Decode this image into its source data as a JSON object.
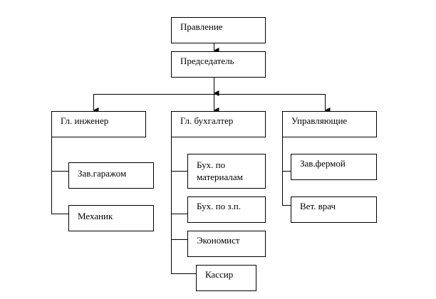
{
  "nodes": {
    "board": "Правление",
    "chairman": "Председатель",
    "chief_engineer": "Гл. инженер",
    "chief_accountant": "Гл. бухгалтер",
    "managers": "Управляющие",
    "garage_head": "Зав.гаражом",
    "mechanic": "Механик",
    "materials_accountant_l1": "Бух. по",
    "materials_accountant_l2": "материалам",
    "payroll_accountant": "Бух. по з.п.",
    "economist": "Экономист",
    "cashier": "Кассир",
    "farm_head": "Зав.фермой",
    "vet": "Вет. врач"
  }
}
